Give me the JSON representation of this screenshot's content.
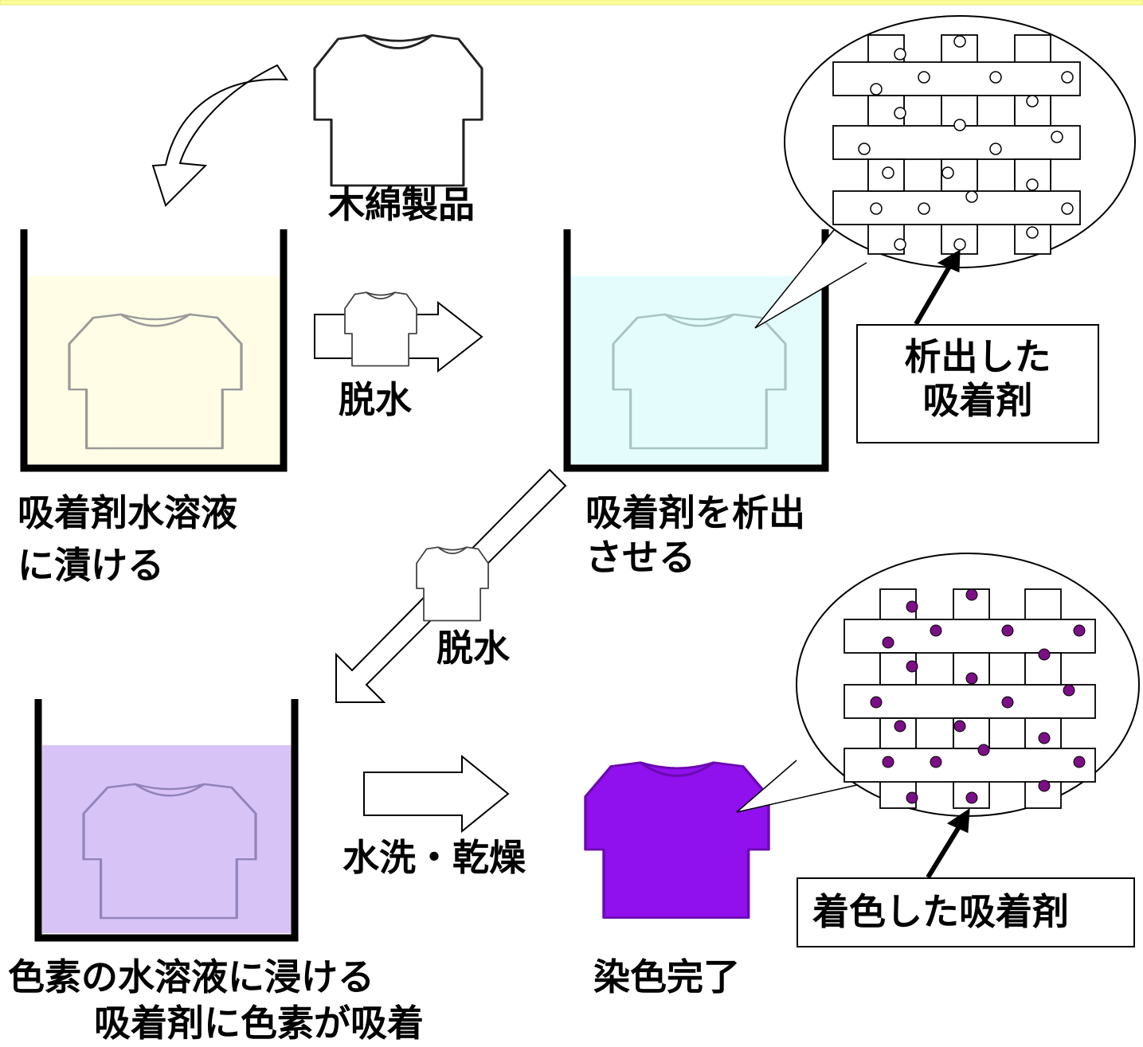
{
  "labels": {
    "cotton_product": "木綿製品",
    "step1": [
      "吸着剤水溶液",
      "に漬ける"
    ],
    "dehydrate_1": "脱水",
    "step2": [
      "吸着剤を析出",
      "させる"
    ],
    "callout_precipitated": [
      "析出した",
      "吸着剤"
    ],
    "dehydrate_2": "脱水",
    "step3": [
      "色素の水溶液に浸ける",
      "吸着剤に色素が吸着"
    ],
    "wash_dry": "水洗・乾燥",
    "dye_done": "染色完了",
    "callout_colored": "着色した吸着剤"
  },
  "colors": {
    "solution_1": "#fffde6",
    "solution_2": "#e4fcfc",
    "solution_3": "#d8c3f7",
    "dyed_shirt": "#9010ee",
    "dye_particle": "#7a0f86",
    "top_border": "#ffff99"
  }
}
